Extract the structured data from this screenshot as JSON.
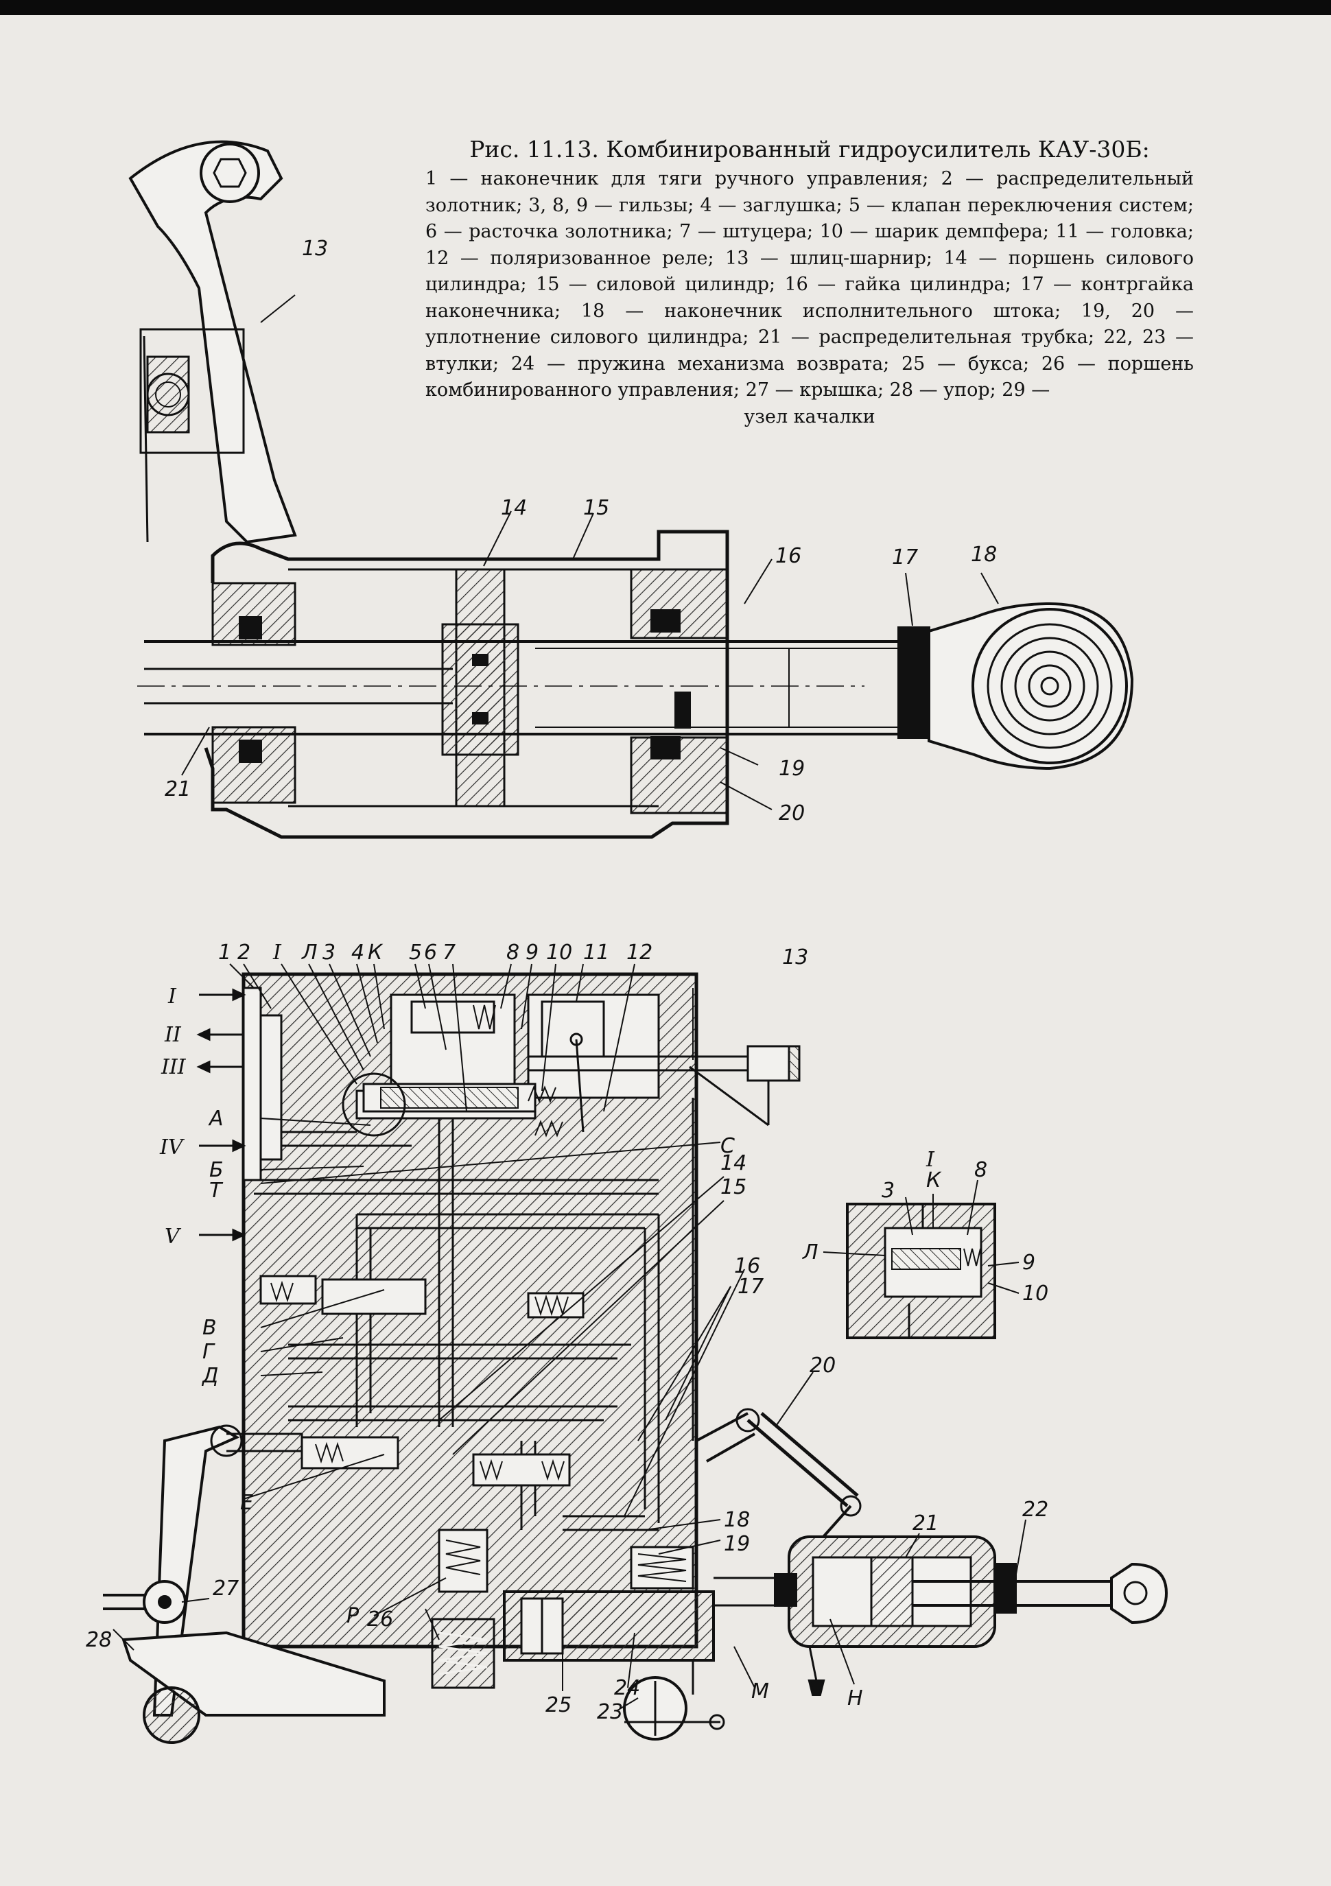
{
  "caption": {
    "title": "Рис. 11.13. Комбинированный гидроусилитель КАУ-30Б:",
    "body": "1 — наконечник для тяги ручного управления; 2 — распределительный золотник; 3, 8, 9 — гильзы; 4 — заглушка; 5 — клапан переключения систем; 6 — расточка золотника; 7 — штуцера; 10 — шарик демпфера; 11 — головка; 12 — поляризованное реле; 13 — шлиц-шарнир; 14 — поршень силового цилиндра; 15 — силовой цилиндр; 16 — гайка цилиндра; 17 — контргайка наконечника; 18 — наконечник исполнительного штока; 19, 20 — уплотнение силового цилиндра; 21 — распределительная трубка; 22, 23 — втулки; 24 — пружина механизма возврата; 25 — букса; 26 — поршень комбинированного управления; 27 — крышка; 28 — упор; 29 —",
    "tail": "узел качалки"
  },
  "upper_labels": {
    "l13": "13",
    "l14": "14",
    "l15": "15",
    "l16": "16",
    "l17": "17",
    "l18": "18",
    "l19": "19",
    "l20": "20",
    "l21": "21"
  },
  "lower_labels": {
    "top": [
      "1",
      "2",
      "I",
      "Л",
      "3",
      "4",
      "К",
      "5",
      "6",
      "7",
      "8",
      "9",
      "10",
      "11",
      "12"
    ],
    "l13": "13",
    "l14": "14",
    "l15": "15",
    "l16": "16",
    "l17": "17",
    "l18": "18",
    "l19": "19",
    "l20": "20",
    "l21": "21",
    "l22": "22",
    "l23": "23",
    "l24": "24",
    "l25": "25",
    "l26": "26",
    "l27": "27",
    "l28": "28",
    "lM": "М",
    "lH": "Н",
    "lP": "Р",
    "left_arrows": [
      "I",
      "II",
      "III",
      "IV",
      "V"
    ],
    "left_letters": [
      "А",
      "Б",
      "Т",
      "В",
      "Г",
      "Д",
      "Е"
    ],
    "lC": "С"
  },
  "inset_labels": {
    "I": "I",
    "K": "К",
    "l3": "3",
    "l8": "8",
    "L": "Л",
    "l9": "9",
    "l10": "10"
  },
  "colors": {
    "paper": "#eceae6",
    "ink": "#111111",
    "hatch": "#2a2a2a"
  }
}
